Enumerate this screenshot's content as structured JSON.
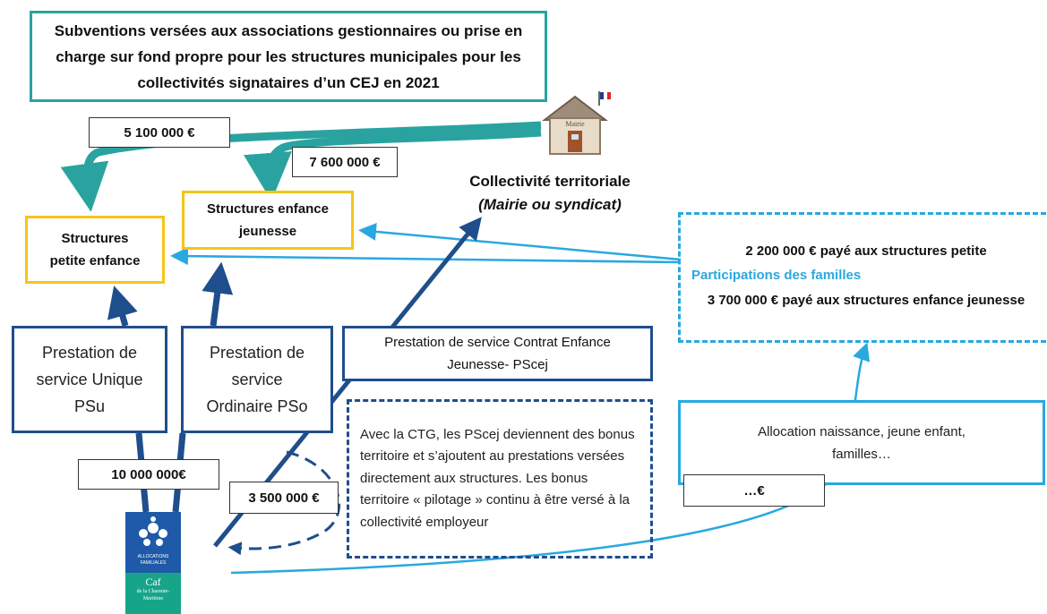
{
  "title": "Subventions versées aux associations gestionnaires ou prise en charge sur fond propre pour les structures municipales pour les collectivités signataires d’un CEJ en 2021",
  "amounts": {
    "a1": "5 100 000 €",
    "a2": "7 600 000 €",
    "a3": "10 000 000€",
    "a4": "3 500 000 €",
    "a5": "…€"
  },
  "structures": {
    "petite_enfance": "Structures petite enfance",
    "enfance_jeunesse": "Structures enfance jeunesse"
  },
  "collectivite": {
    "title": "Collectivité territoriale",
    "subtitle": "(Mairie ou syndicat)",
    "mairie_sign": "Mairie"
  },
  "prestations": {
    "psu": "Prestation de service Unique PSu",
    "pso": "Prestation de service Ordinaire PSo",
    "pscej": "Prestation de service Contrat Enfance Jeunesse- PScej"
  },
  "families": {
    "line1": "2 200 000 € payé aux structures petite",
    "participation": "Participations des familles",
    "line3": "3 700 000 € payé aux structures enfance jeunesse"
  },
  "note": "Avec la CTG, les PScej deviennent des bonus territoire et s’ajoutent au prestations versées directement aux structures. Les bonus territoire « pilotage » continu à être versé à la collectivité employeur",
  "allocation": "Allocation naissance, jeune enfant, familles…",
  "caf_logo": {
    "line1": "ALLOCATIONS",
    "line2": "FAMILIALES",
    "name": "Caf",
    "region1": "de la Charente-",
    "region2": "Maritime"
  },
  "colors": {
    "teal": "#2aa3a0",
    "navy": "#1f4e8c",
    "light_blue": "#29a8e0",
    "yellow": "#f5c518"
  }
}
